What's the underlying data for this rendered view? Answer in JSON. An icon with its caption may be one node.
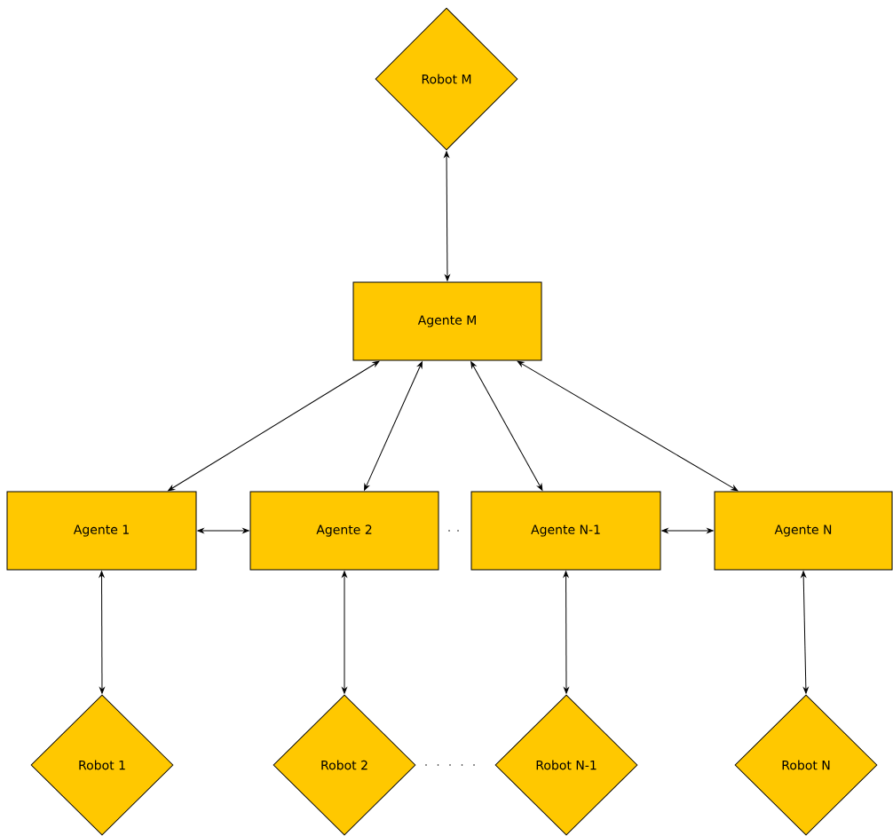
{
  "diagram": {
    "nodes": [
      {
        "text": [
          "Robot M"
        ]
      },
      {
        "text": [
          "Agente M"
        ]
      },
      {
        "text": [
          "Agente 1"
        ]
      },
      {
        "text": [
          "Agente 2"
        ]
      },
      {
        "text": [
          "Agente N-1"
        ]
      },
      {
        "text": [
          "Agente N"
        ]
      },
      {
        "text": [
          "Robot 1"
        ]
      },
      {
        "text": [
          "Robot 2"
        ]
      },
      {
        "text": [
          "Robot N-1"
        ]
      },
      {
        "text": [
          "Robot N"
        ]
      }
    ],
    "edges": [
      {
        "from": 0,
        "to": 1,
        "arrow": "both"
      },
      {
        "from": 1,
        "to": 2,
        "arrow": "both"
      },
      {
        "from": 1,
        "to": 3,
        "arrow": "both"
      },
      {
        "from": 1,
        "to": 4,
        "arrow": "both"
      },
      {
        "from": 1,
        "to": 5,
        "arrow": "both"
      },
      {
        "from": 2,
        "to": 3,
        "arrow": "both"
      },
      {
        "from": 4,
        "to": 5,
        "arrow": "both"
      },
      {
        "from": 2,
        "to": 6,
        "arrow": "both"
      },
      {
        "from": 3,
        "to": 7,
        "arrow": "both"
      },
      {
        "from": 4,
        "to": 8,
        "arrow": "both"
      },
      {
        "from": 5,
        "to": 9,
        "arrow": "both"
      }
    ]
  }
}
